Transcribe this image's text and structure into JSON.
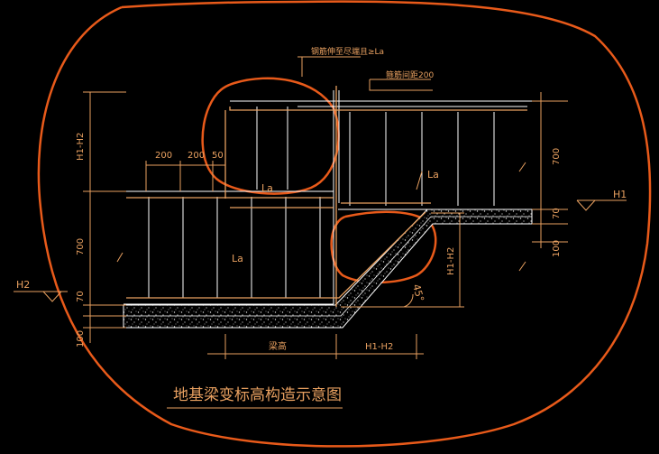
{
  "title": "地基梁变标高构造示意图",
  "labels": {
    "top_note": "钢筋伸至尽端且≥La",
    "stirrup_note": "箍筋间距200",
    "la_upper": "La",
    "la_mid": "La",
    "la_lower": "La",
    "h1": "H1",
    "h2": "H2",
    "beam_height": "梁高",
    "h1_minus_h2_bottom": "H1-H2",
    "h1_minus_h2_left": "H1-H2",
    "h1_minus_h2_right": "H1-H2",
    "angle": "45°"
  },
  "dimensions": {
    "d200a": "200",
    "d200b": "200",
    "d50": "50",
    "d700_left": "700",
    "d70_left": "70",
    "d100_left": "100",
    "d700_right": "700",
    "d70_right": "70",
    "d100_right": "100"
  },
  "colors": {
    "background": "#000000",
    "drawing": "#ffffff",
    "dimension": "#e8a060",
    "markup": "#e85a1a"
  }
}
